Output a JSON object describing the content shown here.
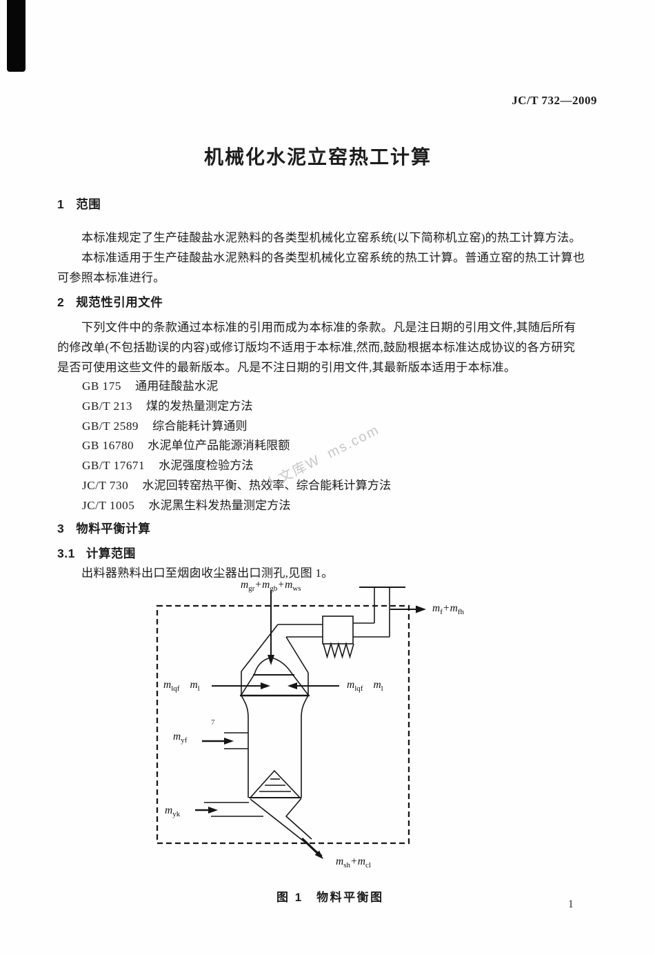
{
  "page": {
    "header_code": "JC/T 732—2009",
    "title": "机械化水泥立窑热工计算",
    "page_number": "1",
    "watermark_left": "人文库W",
    "watermark_right": "ms.com"
  },
  "sections": {
    "s1": {
      "num": "1",
      "title": "范围"
    },
    "s1_lines": [
      {
        "t": "本标准规定了生产硅酸盐水泥熟料的各类型机械化立窑系统(以下简称机立窑)的热工计算方法。",
        "ind": true
      },
      {
        "t": "本标准适用于生产硅酸盐水泥熟料的各类型机械化立窑系统的热工计算。普通立窑的热工计算也",
        "ind": true
      },
      {
        "t": "可参照本标准进行。",
        "ind": false
      }
    ],
    "s2": {
      "num": "2",
      "title": "规范性引用文件"
    },
    "s2_lines": [
      {
        "t": "下列文件中的条款通过本标准的引用而成为本标准的条款。凡是注日期的引用文件,其随后所有",
        "ind": true
      },
      {
        "t": "的修改单(不包括勘误的内容)或修订版均不适用于本标准,然而,鼓励根据本标准达成协议的各方研究",
        "ind": false
      },
      {
        "t": "是否可使用这些文件的最新版本。凡是不注日期的引用文件,其最新版本适用于本标准。",
        "ind": false
      }
    ],
    "references": [
      {
        "code": "GB 175",
        "title": "通用硅酸盐水泥"
      },
      {
        "code": "GB/T 213",
        "title": "煤的发热量测定方法"
      },
      {
        "code": "GB/T 2589",
        "title": "综合能耗计算通则"
      },
      {
        "code": "GB 16780",
        "title": "水泥单位产品能源消耗限额"
      },
      {
        "code": "GB/T 17671",
        "title": "水泥强度检验方法"
      },
      {
        "code": "JC/T 730",
        "title": "水泥回转窑热平衡、热效率、综合能耗计算方法"
      },
      {
        "code": "JC/T 1005",
        "title": "水泥黑生料发热量测定方法"
      }
    ],
    "s3": {
      "num": "3",
      "title": "物料平衡计算"
    },
    "s31": {
      "num": "3.1",
      "title": "计算范围"
    },
    "s31_lines": [
      {
        "t": "出料器熟料出口至烟囱收尘器出口测孔,见图 1。",
        "ind": true
      }
    ]
  },
  "figure": {
    "caption": "图 1　物料平衡图",
    "stray_mark": "7",
    "labels": {
      "feed": [
        {
          "v": "m",
          "s": "gr"
        },
        {
          "o": "+"
        },
        {
          "v": "m",
          "s": "gb"
        },
        {
          "o": "+"
        },
        {
          "v": "m",
          "s": "ws"
        }
      ],
      "exhaust": [
        {
          "v": "m",
          "s": "f"
        },
        {
          "o": "+"
        },
        {
          "v": "m",
          "s": "fh"
        }
      ],
      "left_pair": [
        {
          "v": "m",
          "s": "lqf"
        },
        {
          "gap": true
        },
        {
          "v": "m",
          "s": "l"
        }
      ],
      "right_pair": [
        {
          "v": "m",
          "s": "lqf"
        },
        {
          "gap": true
        },
        {
          "v": "m",
          "s": "l"
        }
      ],
      "kiln_air": [
        {
          "v": "m",
          "s": "yf"
        }
      ],
      "kiln_coal": [
        {
          "v": "m",
          "s": "yk"
        }
      ],
      "discharge": [
        {
          "v": "m",
          "s": "sh"
        },
        {
          "o": "+"
        },
        {
          "v": "m",
          "s": "cl"
        }
      ]
    }
  }
}
